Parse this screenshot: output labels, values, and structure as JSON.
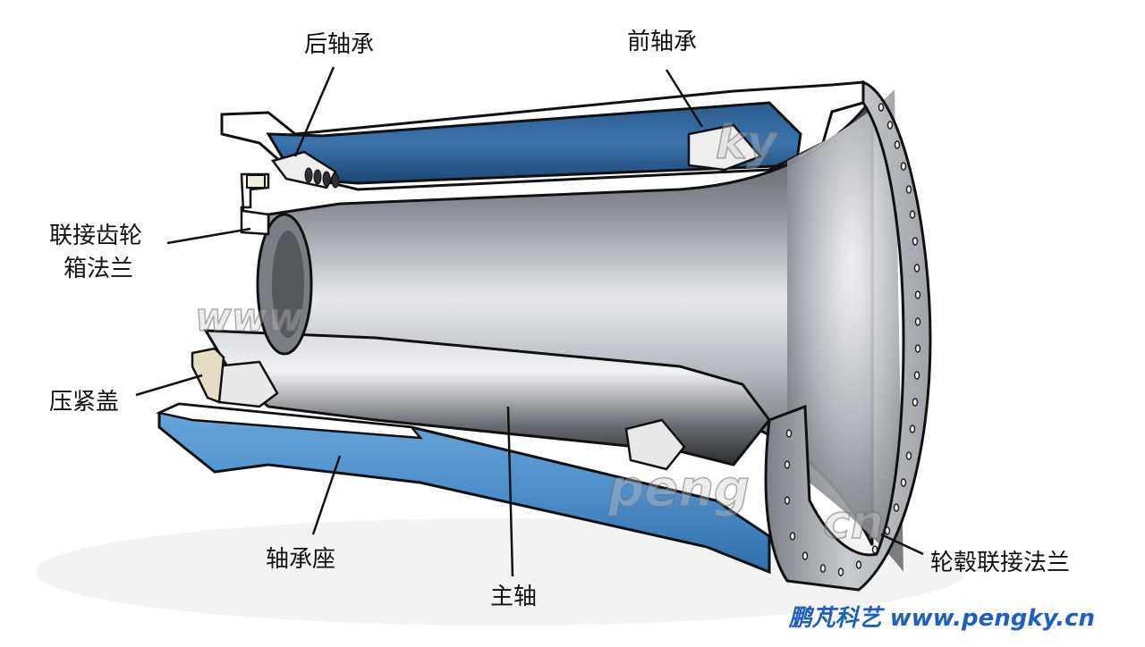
{
  "diagram": {
    "subject": "wind turbine main shaft assembly cutaway",
    "labels": {
      "rear_bearing": "后轴承",
      "front_bearing": "前轴承",
      "gearbox_flange_line1": "联接齿轮",
      "gearbox_flange_line2": "箱法兰",
      "clamp_cover": "压紧盖",
      "bearing_housing": "轴承座",
      "main_shaft": "主轴",
      "hub_flange": "轮毂联接法兰"
    },
    "watermarks": {
      "w1": "www",
      "w2": "ky",
      "w3": "peng",
      "w4": "cn"
    },
    "credit": "鹏芃科艺 www.pengky.cn",
    "colors": {
      "housing_blue": "#3f7fbf",
      "housing_blue_dark": "#1f4f80",
      "shaft_steel": "#a9adb4",
      "shaft_dark": "#4a4d52",
      "cover_beige": "#e6dcc4",
      "credit_blue": "#1f5fbf",
      "outline": "#111111"
    }
  }
}
